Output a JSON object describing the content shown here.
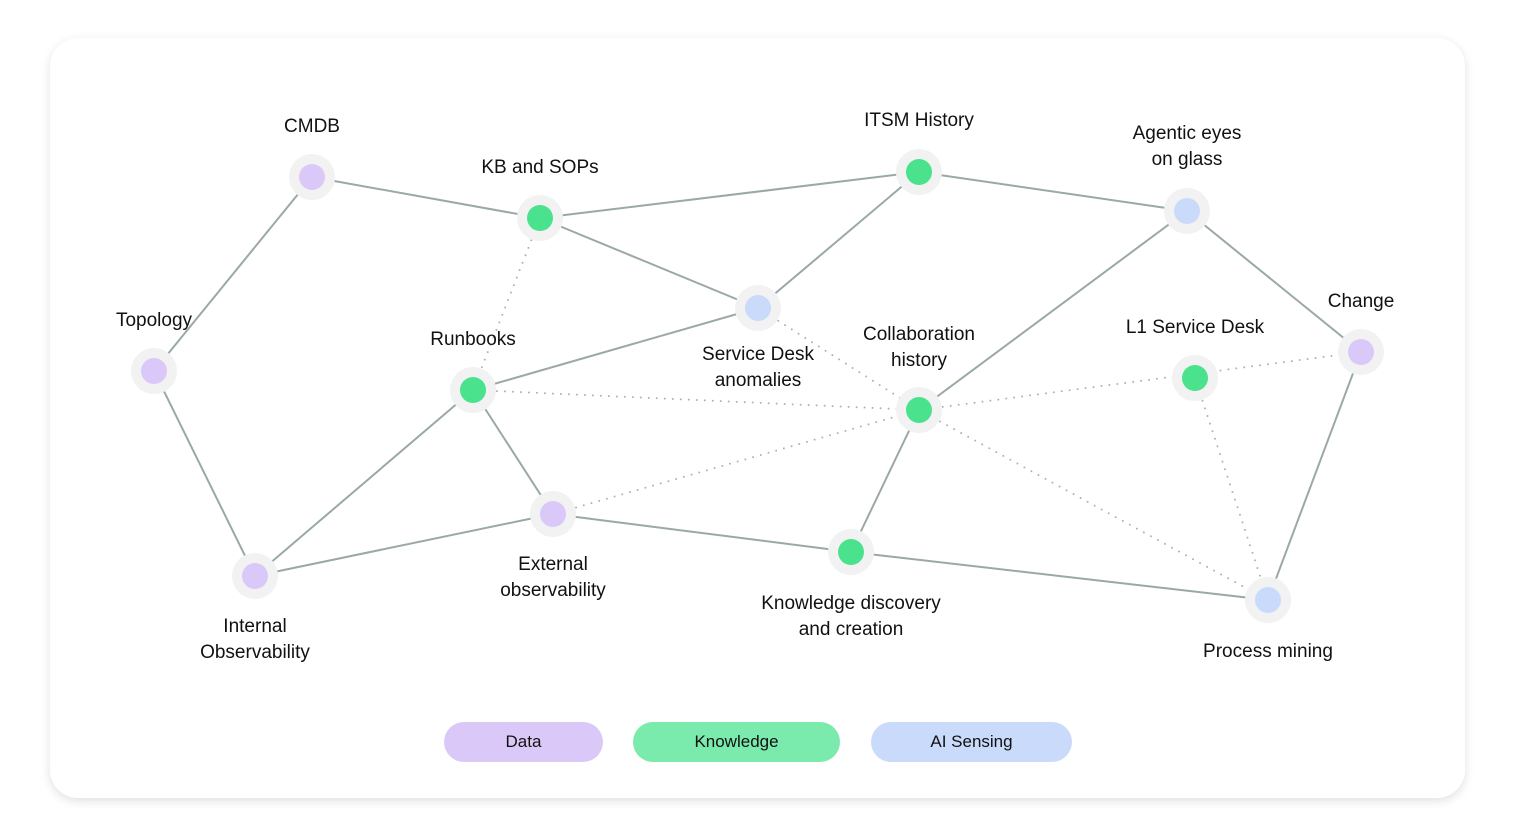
{
  "colors": {
    "data": "#dac9f8",
    "knowledge": "#4ae28d",
    "sensing": "#c9dafb",
    "halo": "#f2f2f2",
    "edge": "#9aa8a8"
  },
  "nodes": [
    {
      "id": "cmdb",
      "label": "CMDB",
      "type": "data"
    },
    {
      "id": "kb",
      "label": "KB and SOPs",
      "type": "knowledge"
    },
    {
      "id": "itsm",
      "label": "ITSM History",
      "type": "knowledge"
    },
    {
      "id": "agentic",
      "label": "Agentic eyes\non glass",
      "type": "sensing"
    },
    {
      "id": "topology",
      "label": "Topology",
      "type": "data"
    },
    {
      "id": "runbooks",
      "label": "Runbooks",
      "type": "knowledge"
    },
    {
      "id": "sd",
      "label": "Service Desk\nanomalies",
      "type": "sensing"
    },
    {
      "id": "collab",
      "label": "Collaboration\nhistory",
      "type": "knowledge"
    },
    {
      "id": "l1",
      "label": "L1 Service Desk",
      "type": "knowledge"
    },
    {
      "id": "change",
      "label": "Change",
      "type": "data"
    },
    {
      "id": "internal",
      "label": "Internal\nObservability",
      "type": "data"
    },
    {
      "id": "external",
      "label": "External\nobservability",
      "type": "data"
    },
    {
      "id": "kd",
      "label": "Knowledge discovery\nand creation",
      "type": "knowledge"
    },
    {
      "id": "process",
      "label": "Process mining",
      "type": "sensing"
    }
  ],
  "edges": [
    [
      "cmdb",
      "kb",
      "solid"
    ],
    [
      "cmdb",
      "topology",
      "solid"
    ],
    [
      "kb",
      "itsm",
      "solid"
    ],
    [
      "kb",
      "sd",
      "solid"
    ],
    [
      "itsm",
      "agentic",
      "solid"
    ],
    [
      "itsm",
      "sd",
      "solid"
    ],
    [
      "agentic",
      "change",
      "solid"
    ],
    [
      "agentic",
      "collab",
      "solid"
    ],
    [
      "topology",
      "internal",
      "solid"
    ],
    [
      "sd",
      "runbooks",
      "solid"
    ],
    [
      "runbooks",
      "internal",
      "solid"
    ],
    [
      "runbooks",
      "external",
      "solid"
    ],
    [
      "internal",
      "external",
      "solid"
    ],
    [
      "external",
      "kd",
      "solid"
    ],
    [
      "kd",
      "collab",
      "solid"
    ],
    [
      "kd",
      "process",
      "solid"
    ],
    [
      "change",
      "process",
      "solid"
    ],
    [
      "kb",
      "runbooks",
      "dotted"
    ],
    [
      "sd",
      "collab",
      "dotted"
    ],
    [
      "runbooks",
      "collab",
      "dotted"
    ],
    [
      "external",
      "collab",
      "dotted"
    ],
    [
      "collab",
      "change",
      "dotted"
    ],
    [
      "collab",
      "process",
      "dotted"
    ],
    [
      "l1",
      "process",
      "dotted"
    ]
  ],
  "legend": [
    {
      "label": "Data",
      "type": "data"
    },
    {
      "label": "Knowledge",
      "type": "knowledge"
    },
    {
      "label": "AI Sensing",
      "type": "sensing"
    }
  ]
}
